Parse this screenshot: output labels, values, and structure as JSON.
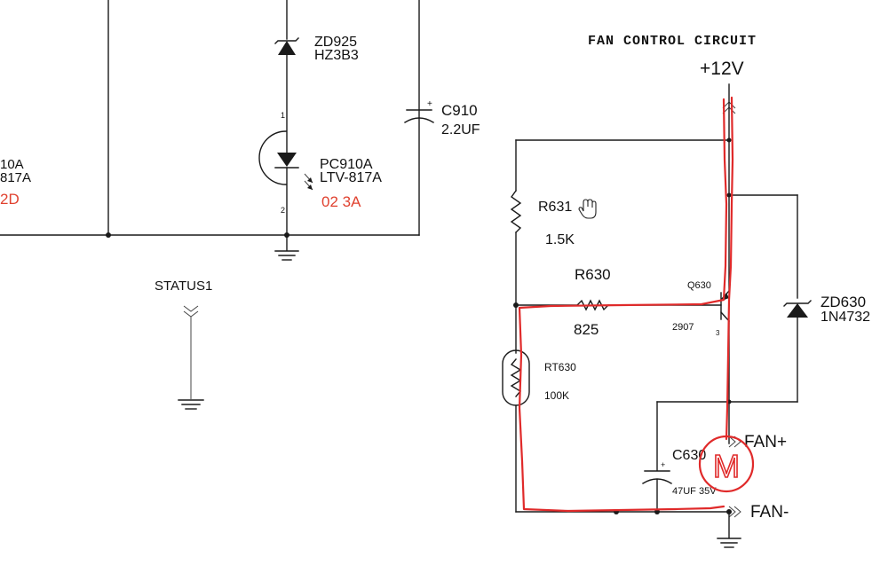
{
  "title": "FAN CONTROL CIRCUIT",
  "supply_label": "+12V",
  "status_label": "STATUS1",
  "left_partial": {
    "line1": "10A",
    "line2": "817A",
    "ref": "2D"
  },
  "components": {
    "zd925": {
      "ref": "ZD925",
      "value": "HZ3B3"
    },
    "c910": {
      "ref": "C910",
      "value": "2.2UF"
    },
    "pc910a": {
      "ref": "PC910A",
      "value": "LTV-817A",
      "location": "02 3A"
    },
    "r631": {
      "ref": "R631",
      "value": "1.5K"
    },
    "r630": {
      "ref": "R630",
      "value": "825"
    },
    "q630": {
      "ref": "Q630",
      "value": "2907"
    },
    "rt630": {
      "ref": "RT630",
      "value": "100K"
    },
    "zd630": {
      "ref": "ZD630",
      "value": "1N4732"
    },
    "c630": {
      "ref": "C630",
      "value": "47UF 35V"
    }
  },
  "pins": {
    "opto_pin1": "1",
    "opto_pin2": "2",
    "q_pin3": "3",
    "cap_plus": "+"
  },
  "connectors": {
    "fan_plus": "FAN+",
    "fan_minus": "FAN-"
  },
  "motor_annotation": "M",
  "colors": {
    "wire": "#1a1a1a",
    "reference_text": "#e0412f",
    "annotation_pen": "#e02a2a"
  },
  "icons": [
    "hand-cursor-icon",
    "ground-symbol-icon",
    "zener-diode-icon",
    "capacitor-icon",
    "resistor-icon",
    "thermistor-icon",
    "pnp-transistor-icon",
    "optocoupler-icon",
    "connector-arrow-icon"
  ]
}
